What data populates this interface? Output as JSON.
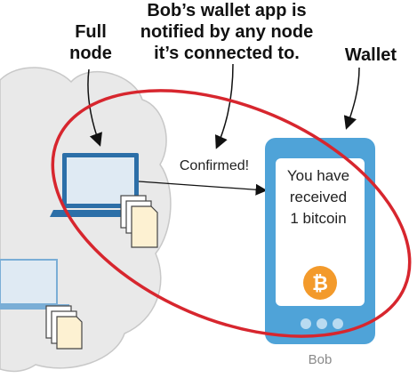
{
  "labels": {
    "full_node": [
      "Full",
      "node"
    ],
    "app_notice": [
      "Bob’s wallet app is",
      "notified by any node",
      "it’s connected to."
    ],
    "wallet": "Wallet",
    "confirmed": "Confirmed!",
    "phone_message": [
      "You have",
      "received",
      "1 bitcoin"
    ],
    "owner": "Bob"
  },
  "icons": [
    "cloud-icon",
    "laptop-icon",
    "document-stack-icon",
    "phone-icon",
    "bitcoin-icon"
  ],
  "colors": {
    "ellipse_red": "#d7262e",
    "phone_blue": "#4fa3d8",
    "bitcoin_orange": "#f39a2b",
    "cloud_gray": "#e8e8e8"
  }
}
